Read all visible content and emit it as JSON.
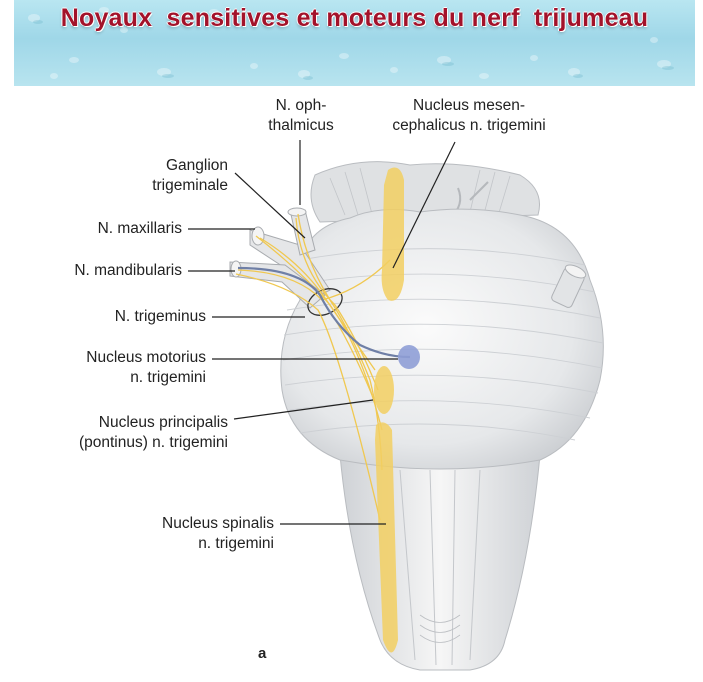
{
  "title": "Noyaux  sensitives et moteurs du nerf  trijumeau",
  "labels": {
    "ophthalmicus_1": "N. oph-",
    "ophthalmicus_2": "thalmicus",
    "mesencephalicus_1": "Nucleus mesen-",
    "mesencephalicus_2": "cephalicus n. trigemini",
    "ganglion_1": "Ganglion",
    "ganglion_2": "trigeminale",
    "maxillaris": "N. maxillaris",
    "mandibularis": "N. mandibularis",
    "trigeminus": "N. trigeminus",
    "motorius_1": "Nucleus motorius",
    "motorius_2": "n. trigemini",
    "principalis_1": "Nucleus principalis",
    "principalis_2": "(pontinus) n. trigemini",
    "spinalis_1": "Nucleus spinalis",
    "spinalis_2": "n. trigemini"
  },
  "figure_letter": "a",
  "colors": {
    "title": "#a3122a",
    "banner": "#9fd7e8",
    "sensory_nucleus": "#f2cf62",
    "motor_nucleus": "#8f9fd6",
    "motor_fiber": "#6f7fa6",
    "brainstem": "#e4e6e8"
  }
}
